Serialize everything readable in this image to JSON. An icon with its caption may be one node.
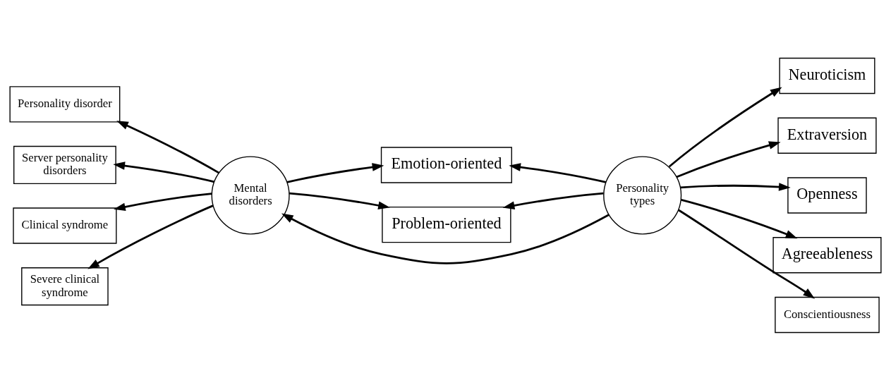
{
  "diagram": {
    "nodes": [
      {
        "text": [
          "Emotion-oriented"
        ]
      },
      {
        "text": [
          "Personality disorder"
        ]
      },
      {
        "text": [
          "Server personality disorders"
        ]
      },
      {
        "text": [
          "Clinical syndrome"
        ]
      },
      {
        "text": [
          "Severe clinical syndrome"
        ]
      },
      {
        "text": [
          "Mental disorders"
        ]
      },
      {
        "text": [
          "Personality types"
        ]
      },
      {
        "text": [
          "Neuroticism"
        ]
      },
      {
        "text": [
          "Extraversion"
        ]
      },
      {
        "text": [
          "Openness"
        ]
      },
      {
        "text": [
          "Agreeableness"
        ]
      },
      {
        "text": [
          "Conscientiousness"
        ]
      },
      {
        "text": [
          "Problem-oriented"
        ]
      }
    ],
    "edges": [
      {
        "from": 5,
        "to": 0,
        "arrow": "to"
      },
      {
        "from": 6,
        "to": 0,
        "arrow": "to"
      },
      {
        "from": 5,
        "to": 1,
        "arrow": "to"
      },
      {
        "from": 5,
        "to": 2,
        "arrow": "to"
      },
      {
        "from": 5,
        "to": 3,
        "arrow": "to"
      },
      {
        "from": 5,
        "to": 4,
        "arrow": "to"
      },
      {
        "from": 6,
        "to": 5,
        "arrow": "to"
      },
      {
        "from": 6,
        "to": 7,
        "arrow": "to"
      },
      {
        "from": 6,
        "to": 8,
        "arrow": "to"
      },
      {
        "from": 6,
        "to": 9,
        "arrow": "to"
      },
      {
        "from": 6,
        "to": 10,
        "arrow": "to"
      },
      {
        "from": 6,
        "to": 11,
        "arrow": "to"
      },
      {
        "from": 5,
        "to": 12,
        "arrow": "to"
      },
      {
        "from": 6,
        "to": 12,
        "arrow": "to"
      }
    ]
  }
}
